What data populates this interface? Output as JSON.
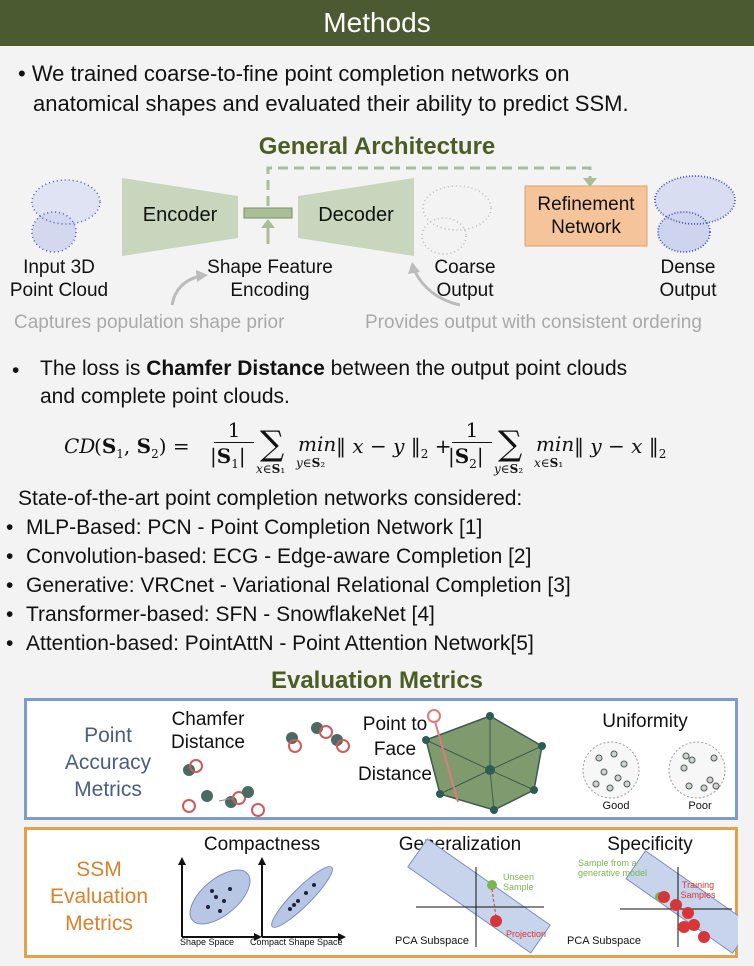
{
  "header": {
    "title": "Methods"
  },
  "intro": {
    "line1": "• We trained coarse-to-fine point completion networks on",
    "line2": "anatomical shapes and evaluated their ability to predict SSM."
  },
  "architecture": {
    "title": "General Architecture",
    "encoder": "Encoder",
    "decoder": "Decoder",
    "refinement": "Refinement Network",
    "input_label": "Input 3D Point Cloud",
    "feature_label": "Shape Feature Encoding",
    "coarse_label": "Coarse Output",
    "dense_label": "Dense Output",
    "caption_left": "Captures population shape prior",
    "caption_right": "Provides output with consistent ordering"
  },
  "loss": {
    "bullet": "•",
    "pre": "The loss is ",
    "bold": "Chamfer Distance",
    "post": " between the output point clouds",
    "line2": "and complete point clouds.",
    "formula": "CD(S₁, S₂) = 1/|S₁| Σ_{x∈S₁} min_{y∈S₂} ‖x − y‖₂ + 1/|S₂| Σ_{y∈S₂} min_{x∈S₁} ‖y − x‖₂"
  },
  "networks": {
    "heading": "State-of-the-art point completion networks considered:",
    "items": [
      "MLP-Based: PCN - Point Completion Network [1]",
      "Convolution-based: ECG - Edge-aware Completion [2]",
      "Generative: VRCnet - Variational Relational Completion [3]",
      "Transformer-based: SFN - SnowflakeNet [4]",
      "Attention-based: PointAttN - Point Attention Network[5]"
    ]
  },
  "evaluation": {
    "title": "Evaluation Metrics",
    "accuracy_panel": {
      "label": "Point Accuracy Metrics",
      "chamfer": "Chamfer Distance",
      "p2f": "Point to Face Distance",
      "uniformity": "Uniformity",
      "good": "Good",
      "poor": "Poor"
    },
    "ssm_panel": {
      "label": "SSM Evaluation Metrics",
      "compactness": "Compactness",
      "generalization": "Generalization",
      "specificity": "Specificity",
      "shape_space": "Shape Space",
      "compact_shape_space": "Compact Shape Space",
      "pca_subspace": "PCA Subspace",
      "unseen_sample": "Unseen Sample",
      "projection": "Projection",
      "sample_generative": "Sample from a generative model",
      "training_samples": "Training Samples"
    }
  },
  "colors": {
    "header": "#4c5a32",
    "green_text": "#4a5e23",
    "block": "#c8d6bd",
    "refine": "#f5c49a",
    "blue_border": "#7d9ccc",
    "orange_border": "#e2a24b",
    "slate": "#4a5d82",
    "orange_text": "#d9822b"
  }
}
